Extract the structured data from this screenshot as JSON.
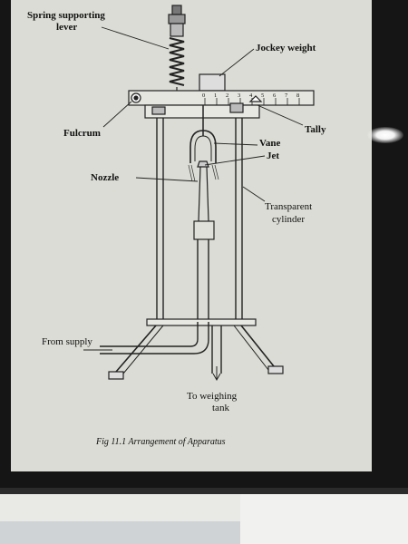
{
  "labels": {
    "spring_line1": "Spring supporting",
    "spring_line2": "lever",
    "jockey": "Jockey weight",
    "fulcrum": "Fulcrum",
    "tally": "Tally",
    "vane": "Vane",
    "jet": "Jet",
    "nozzle": "Nozzle",
    "cylinder_line1": "Transparent",
    "cylinder_line2": "cylinder",
    "supply": "From supply",
    "tank_line1": "To weighing",
    "tank_line2": "tank"
  },
  "scale_ticks": [
    "0",
    "1",
    "2",
    "3",
    "4",
    "5",
    "6",
    "7",
    "8"
  ],
  "caption": "Fig 11.1  Arrangement of Apparatus"
}
